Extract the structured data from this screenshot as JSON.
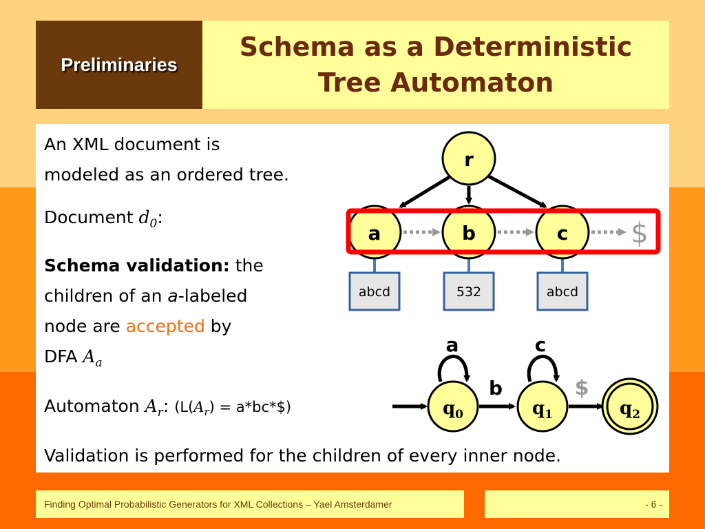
{
  "header": {
    "section": "Preliminaries",
    "title_line1": "Schema as a Deterministic",
    "title_line2": "Tree Automaton"
  },
  "body": {
    "p1_line1": "An XML document is",
    "p1_line2": "modeled as an ordered tree.",
    "doc_label": "Document ",
    "doc_var": "d",
    "doc_sub": "0",
    "doc_colon": ":",
    "schema_bold": "Schema validation:",
    "schema_rest1": " the",
    "schema_line2a": "children of an ",
    "schema_line2b": "a",
    "schema_line2c": "-labeled",
    "schema_line3a": "node are ",
    "schema_line3b": "accepted",
    "schema_line3c": " by",
    "schema_line4a": "DFA ",
    "schema_line4b": "A",
    "schema_line4c": "a",
    "auto_label": "Automaton ",
    "auto_var": "A",
    "auto_sub": "r",
    "auto_colon": ": ",
    "lang_open": "(L(",
    "lang_var": "A",
    "lang_sub": "r",
    "lang_close": ") = a*bc*$)",
    "validation": "Validation is performed for the children of every inner node."
  },
  "tree": {
    "root": "r",
    "children": [
      "a",
      "b",
      "c"
    ],
    "end_marker": "$",
    "leaf_values": [
      "abcd",
      "532",
      "abcd"
    ]
  },
  "dfa": {
    "state0": "q",
    "state0_sub": "0",
    "state1": "q",
    "state1_sub": "1",
    "state2": "q",
    "state2_sub": "2",
    "loop0_label": "a",
    "loop1_label": "c",
    "edge01_label": "b",
    "edge12_label": "$"
  },
  "footer": {
    "left": "Finding Optimal Probabilistic Generators for XML Collections – Yael Amsterdamer",
    "right": "- 6 -"
  },
  "colors": {
    "node_fill": "#ffff99",
    "highlight": "#ff0000",
    "accent": "#e86f1a",
    "title": "#6b2a0f"
  }
}
